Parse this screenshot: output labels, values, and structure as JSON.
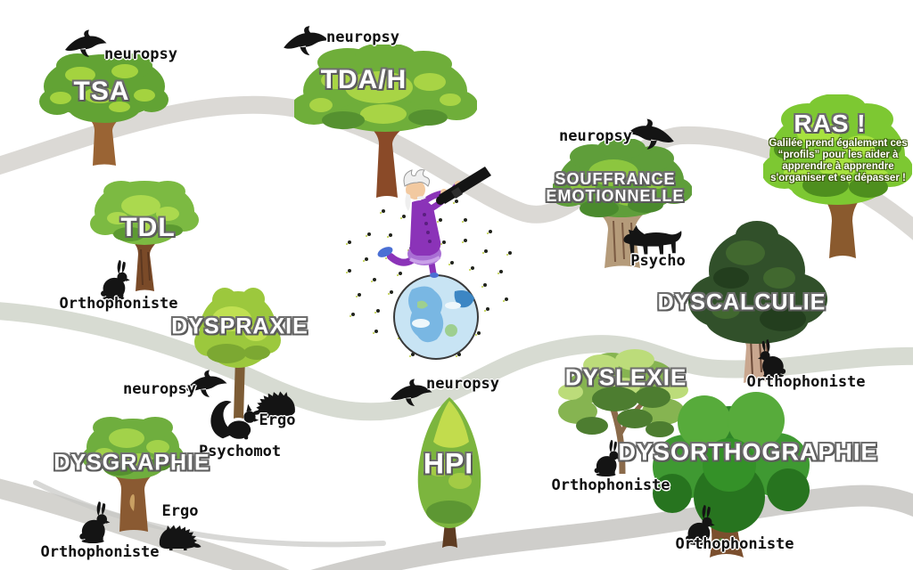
{
  "palette": {
    "background": "#ffffff",
    "ribbon_gray": "#d8d7d3",
    "leaf_light": "#a8d445",
    "leaf_mid": "#6fae3a",
    "leaf_dark": "#31502a",
    "leaf_bright": "#7dc832",
    "trunk_brown": "#8a5a2e",
    "silhouette_black": "#141414",
    "label_white": "#ffffff"
  },
  "trees": {
    "tsa": {
      "label": "TSA",
      "pros": [
        {
          "label": "neuropsy",
          "animal": "bird"
        }
      ]
    },
    "tdah": {
      "label": "TDA/H",
      "pros": [
        {
          "label": "neuropsy",
          "animal": "bird"
        }
      ]
    },
    "tdl": {
      "label": "TDL",
      "pros": [
        {
          "label": "Orthophoniste",
          "animal": "rabbit"
        }
      ]
    },
    "dyspraxie": {
      "label": "DYSPRAXIE",
      "pros": [
        {
          "label": "neuropsy",
          "animal": "bird"
        },
        {
          "label": "Ergo",
          "animal": "hedgehog"
        },
        {
          "label": "Psychomot",
          "animal": "squirrel"
        }
      ]
    },
    "dysgraphie": {
      "label": "DYSGRAPHIE",
      "pros": [
        {
          "label": "Ergo",
          "animal": "hedgehog"
        },
        {
          "label": "Orthophoniste",
          "animal": "rabbit"
        }
      ]
    },
    "hpi": {
      "label": "HPI",
      "pros": [
        {
          "label": "neuropsy",
          "animal": "bird"
        }
      ]
    },
    "dyslexie": {
      "label": "DYSLEXIE",
      "pros": [
        {
          "label": "Orthophoniste",
          "animal": "rabbit"
        }
      ]
    },
    "dysorthographie": {
      "label": "DYSORTHOGRAPHIE",
      "pros": [
        {
          "label": "Orthophoniste",
          "animal": "rabbit"
        }
      ]
    },
    "dyscalculie": {
      "label": "DYSCALCULIE",
      "pros": [
        {
          "label": "Orthophoniste",
          "animal": "rabbit"
        }
      ]
    },
    "souffrance": {
      "label": "SOUFFRANCE EMOTIONNELLE",
      "pros": [
        {
          "label": "neuropsy",
          "animal": "bird"
        },
        {
          "label": "Psycho",
          "animal": "wolf"
        }
      ]
    },
    "ras": {
      "label": "RAS !",
      "body": "Galilée prend également ces “profils” pour les aider à apprendre à apprendre s'organiser et se dépasser !"
    }
  }
}
